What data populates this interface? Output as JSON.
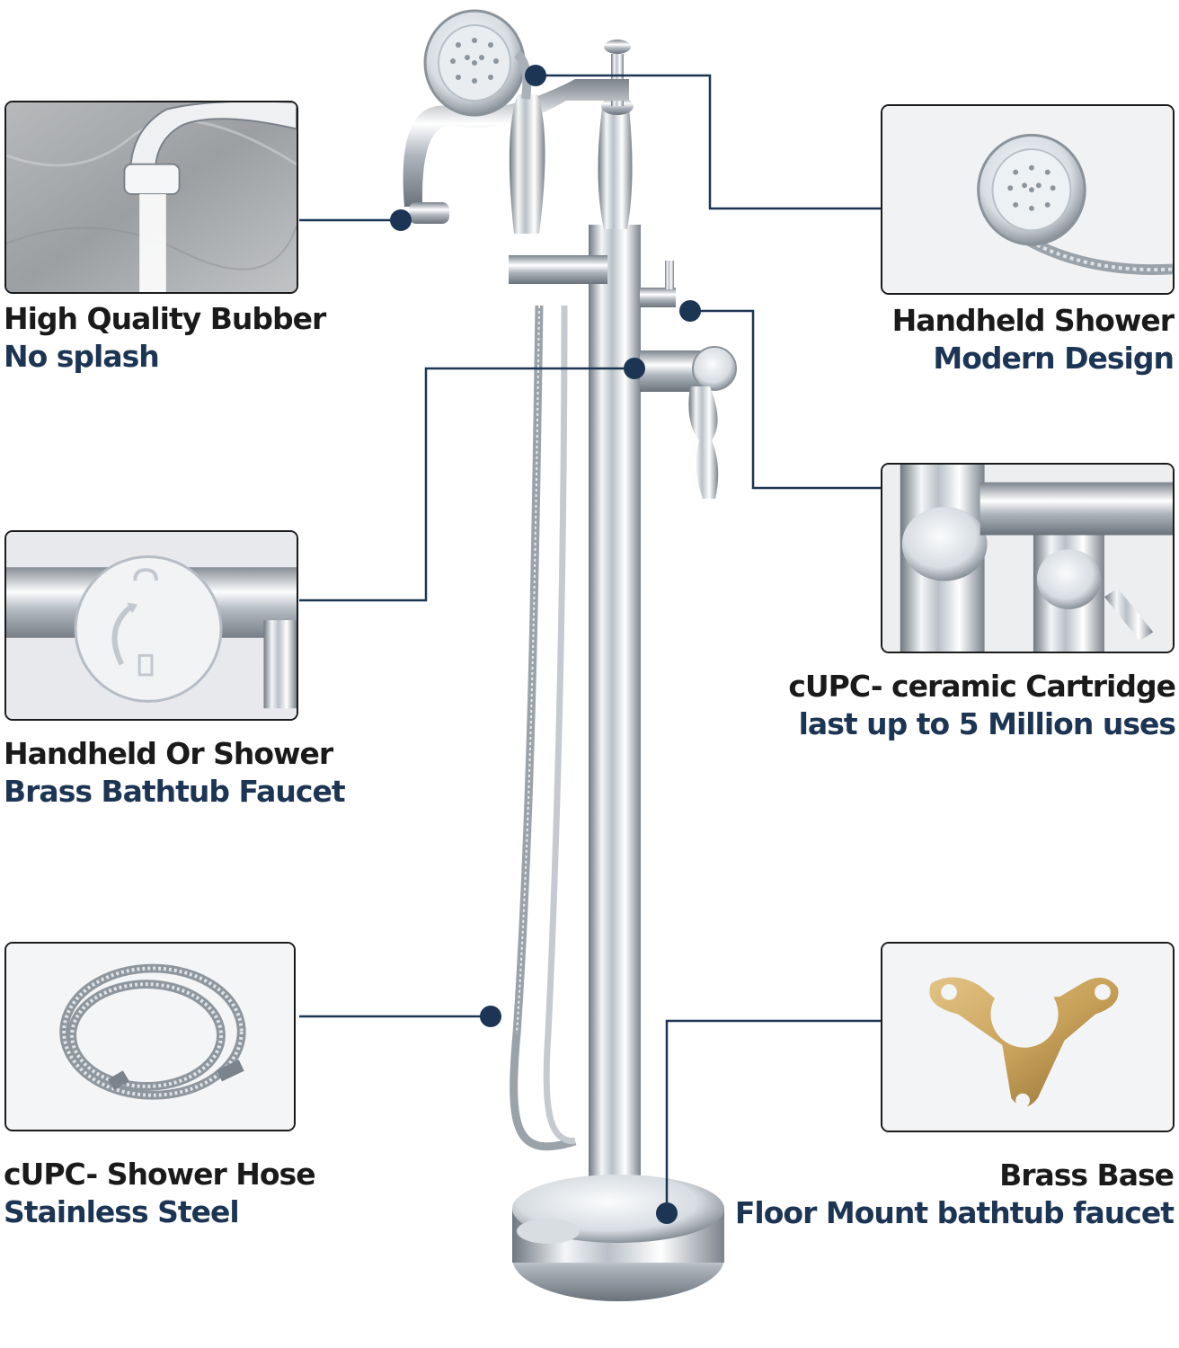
{
  "features": [
    {
      "id": "spout",
      "title": "High Quality Bubber",
      "subtitle": "No splash"
    },
    {
      "id": "handheld",
      "title": "Handheld Shower",
      "subtitle": "Modern Design"
    },
    {
      "id": "diverter",
      "title": "Handheld Or Shower",
      "subtitle": "Brass Bathtub Faucet"
    },
    {
      "id": "cartridge",
      "title": "cUPC- ceramic Cartridge",
      "subtitle": "last up to 5 Million uses"
    },
    {
      "id": "hose",
      "title": "cUPC- Shower Hose",
      "subtitle": "Stainless Steel"
    },
    {
      "id": "base",
      "title": "Brass Base",
      "subtitle": "Floor Mount bathtub faucet"
    }
  ],
  "colors": {
    "title_text": "#1a1a1a",
    "subtitle_text": "#1d3554",
    "leader_line": "#1d3554",
    "chrome_light": "#f4f6f8",
    "chrome_dark": "#6f7780",
    "brass": "#c9a25a"
  }
}
